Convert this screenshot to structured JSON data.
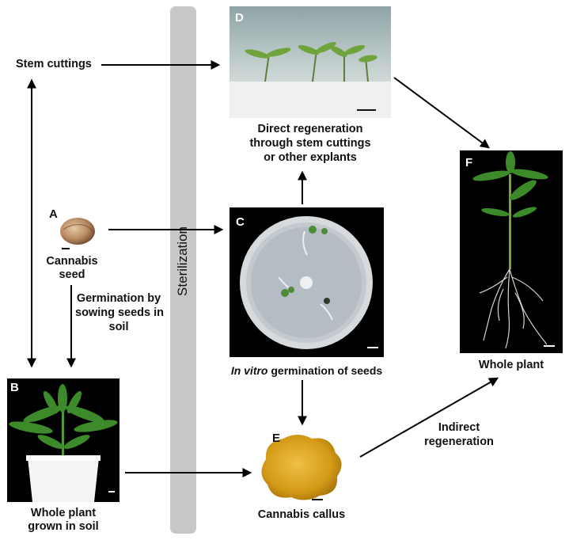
{
  "labels": {
    "stem_cuttings": "Stem cuttings",
    "seed_letter": "A",
    "cannabis_seed_line1": "Cannabis",
    "cannabis_seed_line2": "seed",
    "germination_line1": "Germination by",
    "germination_line2": "sowing seeds in",
    "germination_line3": "soil",
    "sterilization": "Sterilization",
    "direct_line1": "Direct regeneration",
    "direct_line2": "through stem cuttings",
    "direct_line3": "or other explants",
    "in_vitro_italic": "In vitro",
    "in_vitro_rest": " germination of seeds",
    "cannabis_callus": "Cannabis callus",
    "indirect_line1": "Indirect",
    "indirect_line2": "regeneration",
    "whole_plant": "Whole plant",
    "whole_plant_soil_line1": "Whole plant",
    "whole_plant_soil_line2": "grown in soil"
  },
  "panels": {
    "B": "B",
    "C": "C",
    "D": "D",
    "E": "E",
    "F": "F"
  },
  "colors": {
    "sterilization_bar": "#c8c8c8",
    "arrow": "#000000",
    "plant_green": "#3c8a2a",
    "callus": "#d49a16",
    "panel_background": "#000000"
  }
}
